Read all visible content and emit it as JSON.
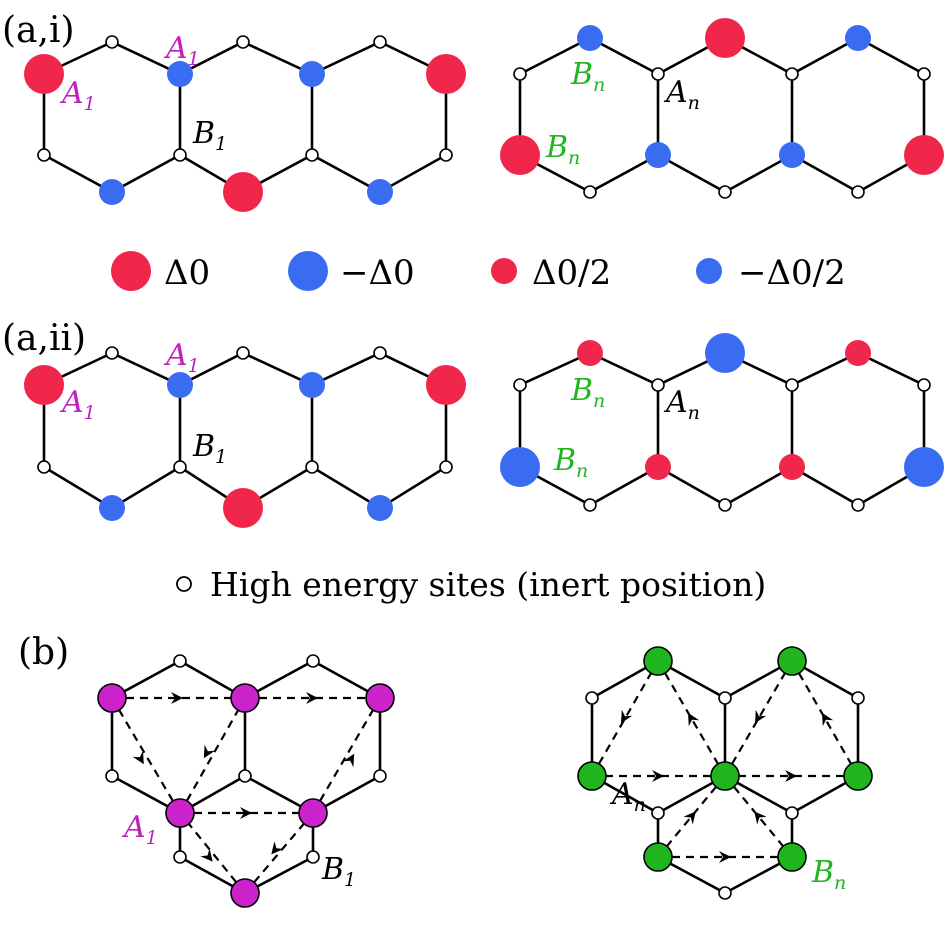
{
  "panels": {
    "a1": "(a,i)",
    "a2": "(a,ii)",
    "b": "(b)"
  },
  "labels": {
    "A1": "A",
    "B1": "B",
    "An": "A",
    "Bn": "B",
    "sub_1": "1",
    "sub_n": "n"
  },
  "legend": {
    "big_red": "Δ0",
    "big_blue": "−Δ0",
    "small_red": "Δ0/2",
    "small_blue": "−Δ0/2",
    "inert": "High energy sites (inert position)"
  },
  "colors": {
    "red": "#f0264b",
    "blue": "#3a6cf2",
    "magenta": "#cc22cc",
    "green": "#1fb51f",
    "line": "#000000",
    "text_magenta": "#c020c0",
    "text_green": "#22b522"
  }
}
